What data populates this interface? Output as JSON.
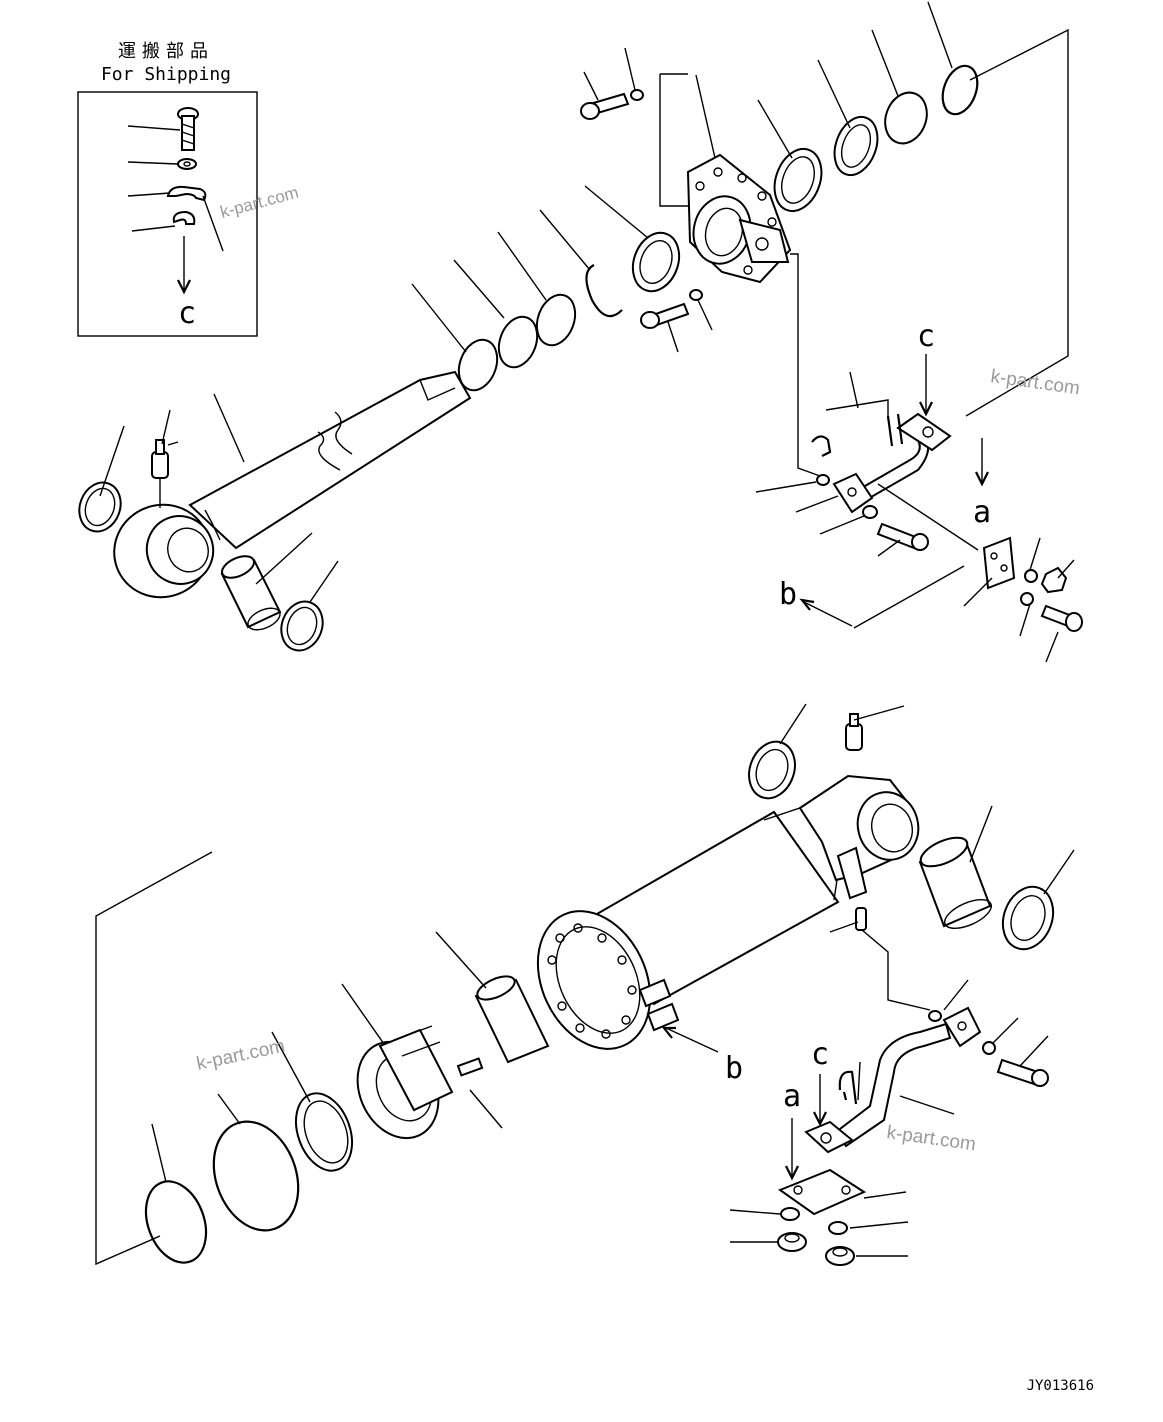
{
  "shipping_box": {
    "title_jp": "運搬部品",
    "title_en": "For Shipping"
  },
  "callouts": {
    "c_box": "c",
    "c_top": "c",
    "a_top": "a",
    "b_top": "b",
    "b_bottom": "b",
    "a_bottom": "a",
    "c_bottom": "c"
  },
  "watermarks": [
    "k-part.com",
    "k-part.com",
    "k-part.com",
    "k-part.com"
  ],
  "drawing_code": "JY013616"
}
